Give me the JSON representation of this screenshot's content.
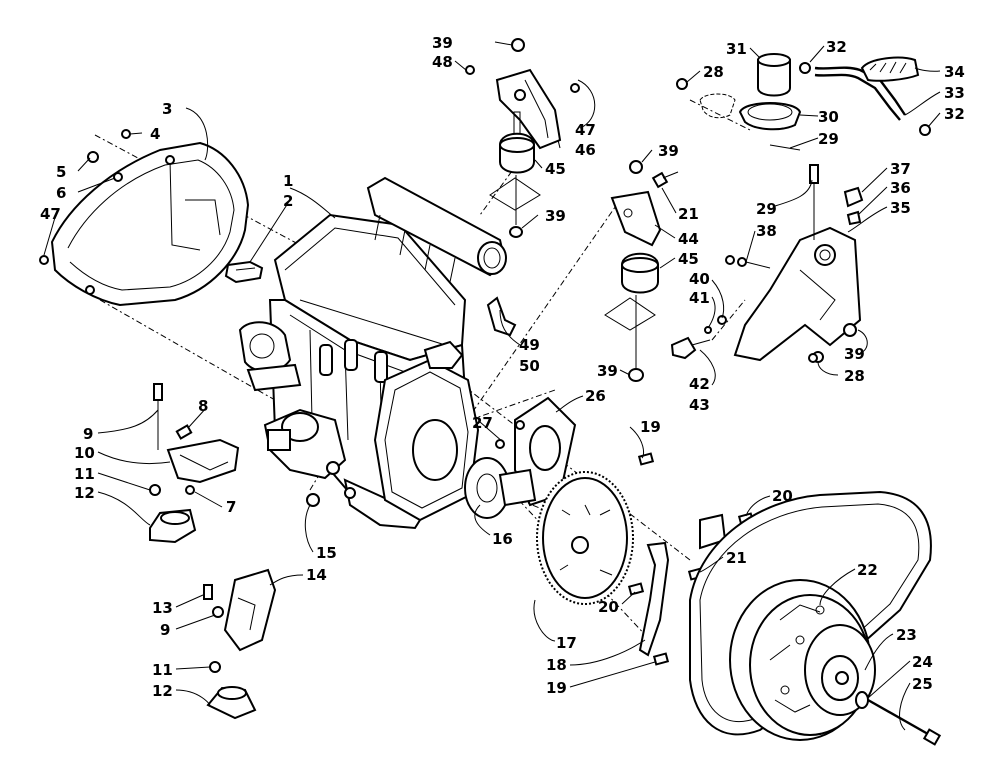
{
  "callouts": {
    "c1": "1",
    "c2": "2",
    "c3": "3",
    "c4": "4",
    "c5": "5",
    "c6": "6",
    "c7": "7",
    "c8": "8",
    "c9a": "9",
    "c9b": "9",
    "c10": "10",
    "c11a": "11",
    "c11b": "11",
    "c12a": "12",
    "c12b": "12",
    "c13": "13",
    "c14": "14",
    "c15": "15",
    "c16": "16",
    "c17": "17",
    "c18": "18",
    "c19a": "19",
    "c19b": "19",
    "c20a": "20",
    "c20b": "20",
    "c21a": "21",
    "c21b": "21",
    "c22": "22",
    "c23": "23",
    "c24": "24",
    "c25": "25",
    "c26": "26",
    "c27": "27",
    "c28a": "28",
    "c28b": "28",
    "c29a": "29",
    "c29b": "29",
    "c30": "30",
    "c31": "31",
    "c32a": "32",
    "c32b": "32",
    "c33": "33",
    "c34": "34",
    "c35": "35",
    "c36": "36",
    "c37": "37",
    "c38": "38",
    "c39a": "39",
    "c39b": "39",
    "c39c": "39",
    "c39d": "39",
    "c39e": "39",
    "c40": "40",
    "c41": "41",
    "c42": "42",
    "c43": "43",
    "c44": "44",
    "c45a": "45",
    "c45b": "45",
    "c46": "46",
    "c47a": "47",
    "c47b": "47",
    "c48": "48",
    "c49": "49",
    "c50": "50"
  },
  "icons": {
    "engine": "engine-block-icon",
    "clutch": "drive-clutch-icon",
    "belt": "drive-belt-icon",
    "ring_gear": "ring-gear-icon"
  }
}
